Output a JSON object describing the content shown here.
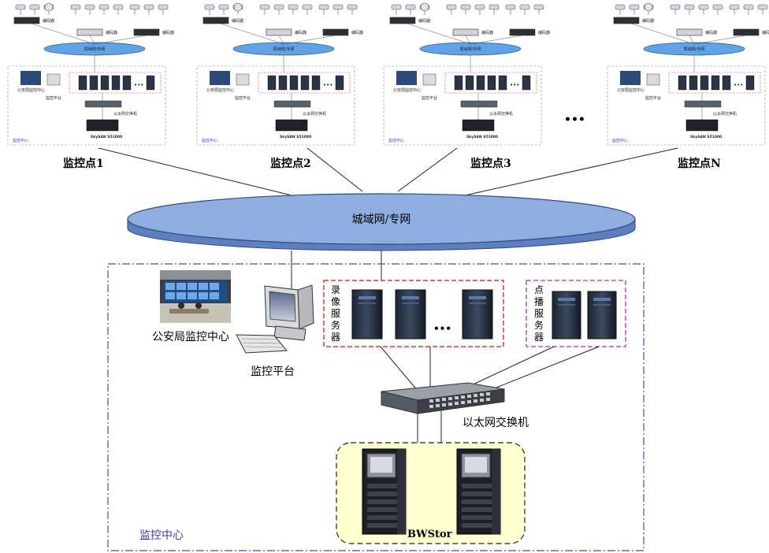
{
  "network": {
    "label": "城域网/专网",
    "site_network_label": "局域网/专网"
  },
  "sites": [
    {
      "label": "监控点1"
    },
    {
      "label": "监控点2"
    },
    {
      "label": "监控点3"
    },
    {
      "label": "监控点N"
    }
  ],
  "ellipsis": "•••",
  "site_detail": {
    "encoder_label": "编码器",
    "police_center_label": "公安局监控中心",
    "platform_label": "监控平台",
    "switch_label": "以太网交换机",
    "storage_label": "SkySAN S51000",
    "center_label": "监控中心"
  },
  "center": {
    "title": "监控中心",
    "police_center_label": "公安局监控中心",
    "platform_label": "监控平台",
    "recording_servers_label": [
      "录",
      "像",
      "服",
      "务",
      "器"
    ],
    "vod_servers_label": [
      "点",
      "播",
      "服",
      "务",
      "器"
    ],
    "server_ellipsis": "•••",
    "switch_label": "以太网交换机",
    "storage_label": "BWStor"
  },
  "colors": {
    "network_fill": "#8eaee0",
    "recording_border": "#e23434",
    "vod_border": "#c847c8",
    "center_border": "#4a4aa0",
    "storage_fill": "#ffffd0"
  }
}
